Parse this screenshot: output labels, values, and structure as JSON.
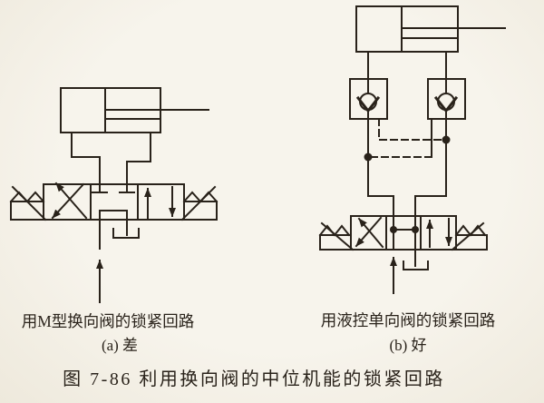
{
  "figure": {
    "caption": "图 7-86  利用换向阀的中位机能的锁紧回路"
  },
  "panels": {
    "a": {
      "label": "用M型换向阀的锁紧回路",
      "verdict": "(a) 差",
      "components": [
        "double-acting-cylinder",
        "three-position-four-way-valve-M-type-center",
        "spring-return-both-ends",
        "pressure-supply-arrow",
        "tank"
      ]
    },
    "b": {
      "label": "用液控单向阀的锁紧回路",
      "verdict": "(b) 好",
      "components": [
        "double-acting-cylinder",
        "pilot-operated-check-valve-left",
        "pilot-operated-check-valve-right",
        "cross-pilot-dashed-lines",
        "three-position-four-way-valve-H-type-center",
        "spring-return-both-ends",
        "pressure-supply-arrow",
        "tank"
      ]
    }
  },
  "colors": {
    "paper": "#f5f1e8",
    "ink": "#29221a"
  }
}
